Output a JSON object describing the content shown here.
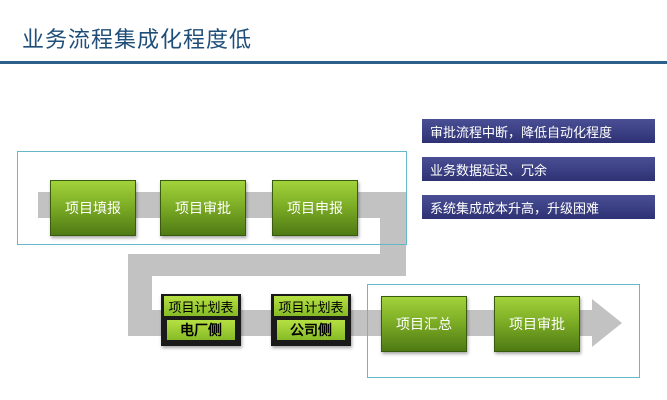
{
  "title": "业务流程集成化程度低",
  "colors": {
    "title": "#1f4e79",
    "step_green": "#7eae26",
    "issue_bg": "#3a3f86",
    "flow_gray": "#c2c2c2",
    "frame_cyan": "#64b8c8"
  },
  "steps": {
    "fill": "项目填报",
    "review1": "项目审批",
    "declare": "项目申报",
    "summary": "项目汇总",
    "review2": "项目审批"
  },
  "plans": [
    {
      "top": "项目计划表",
      "bottom": "电厂侧"
    },
    {
      "top": "项目计划表",
      "bottom": "公司侧"
    }
  ],
  "issues": [
    "审批流程中断，降低自动化程度",
    "业务数据延迟、冗余",
    "系统集成成本升高，升级困难"
  ]
}
